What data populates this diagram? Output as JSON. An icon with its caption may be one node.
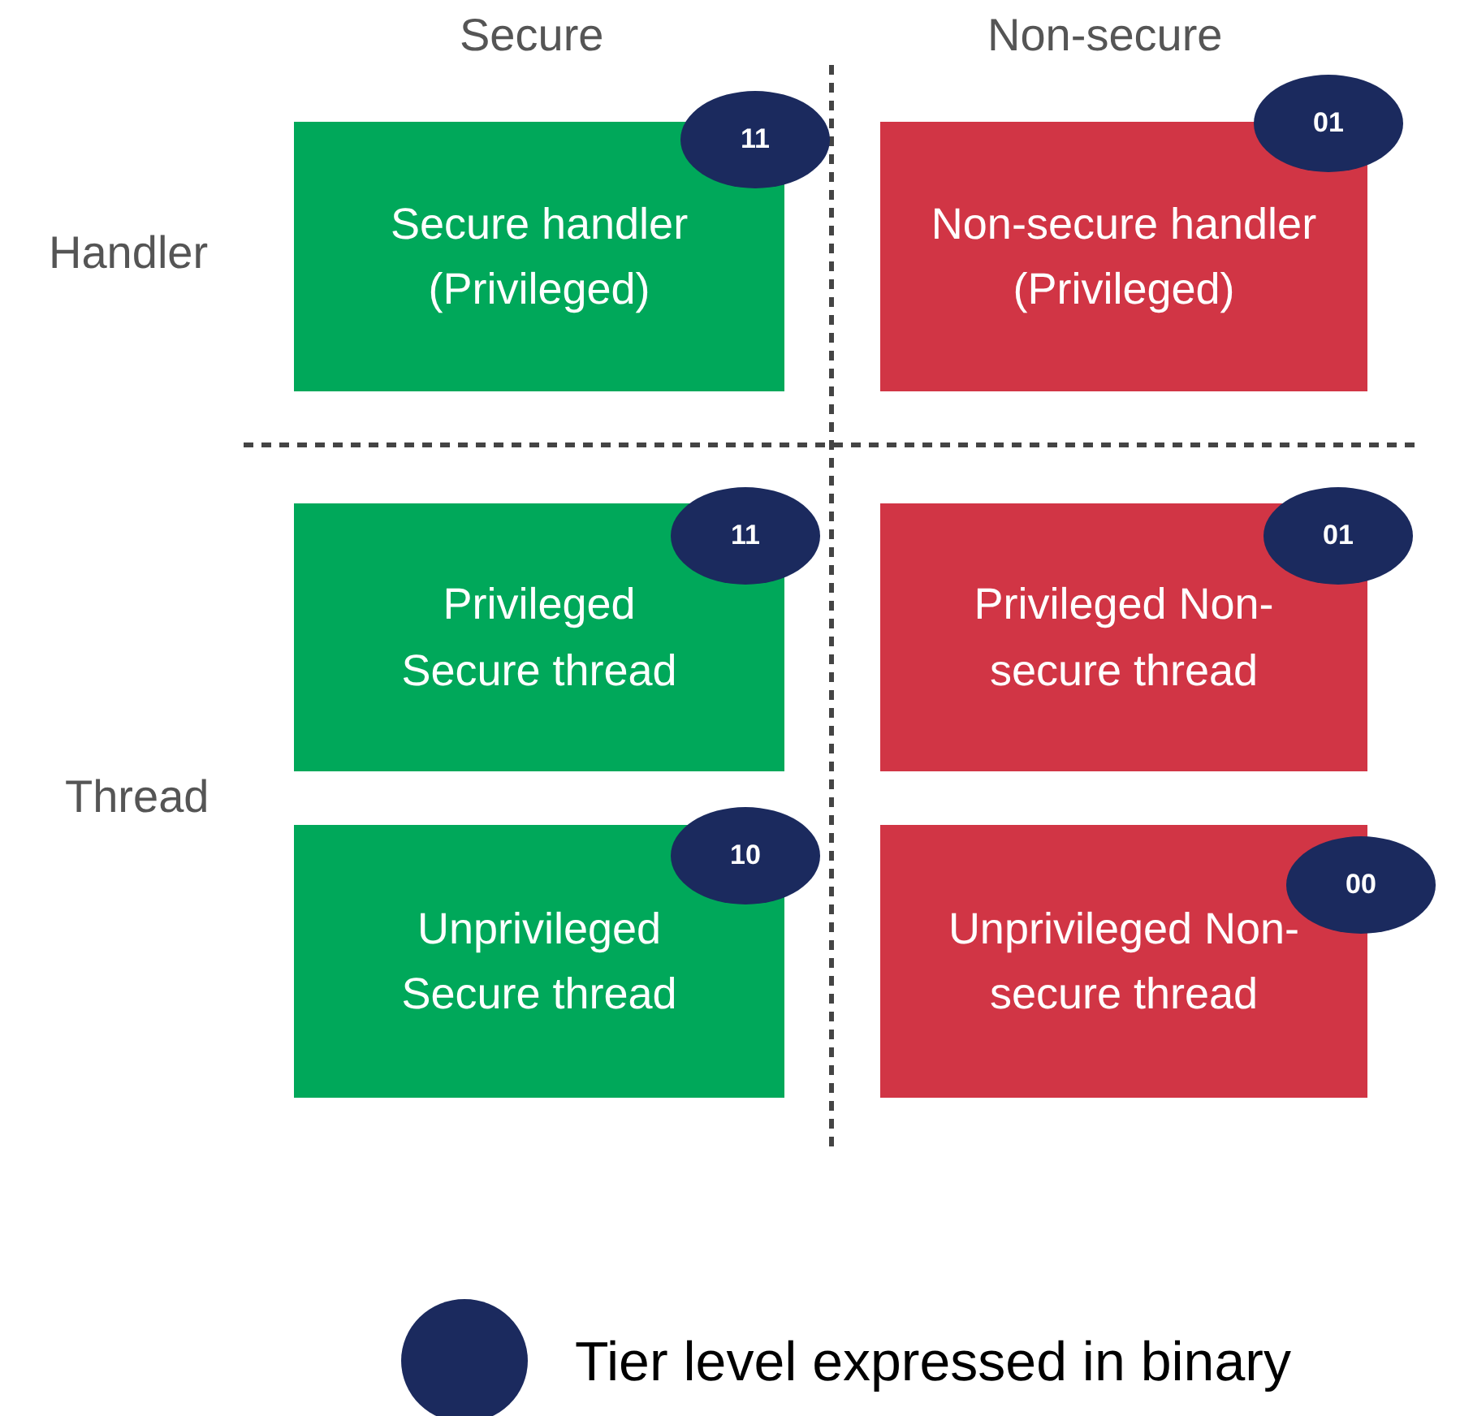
{
  "diagram": {
    "nodes": [
      {
        "text": [
          "Secure handler (Privileged)"
        ]
      },
      {
        "text": [
          "11"
        ]
      },
      {
        "text": [
          "Non-secure handler (Privileged)"
        ]
      },
      {
        "text": [
          "01"
        ]
      },
      {
        "text": [
          "Privileged Secure thread"
        ]
      },
      {
        "text": [
          "11"
        ]
      },
      {
        "text": [
          "Privileged Non-secure thread"
        ]
      },
      {
        "text": [
          "01"
        ]
      },
      {
        "text": [
          "Unprivileged Secure thread"
        ]
      },
      {
        "text": [
          "10"
        ]
      },
      {
        "text": [
          "Unprivileged Non-secure thread"
        ]
      },
      {
        "text": [
          "00"
        ]
      }
    ],
    "labels": [
      "Secure",
      "Non-secure",
      "Handler",
      "Thread"
    ],
    "legend": [
      {
        "text": "Tier level expressed in binary",
        "color": "#1b2a5e"
      }
    ]
  }
}
